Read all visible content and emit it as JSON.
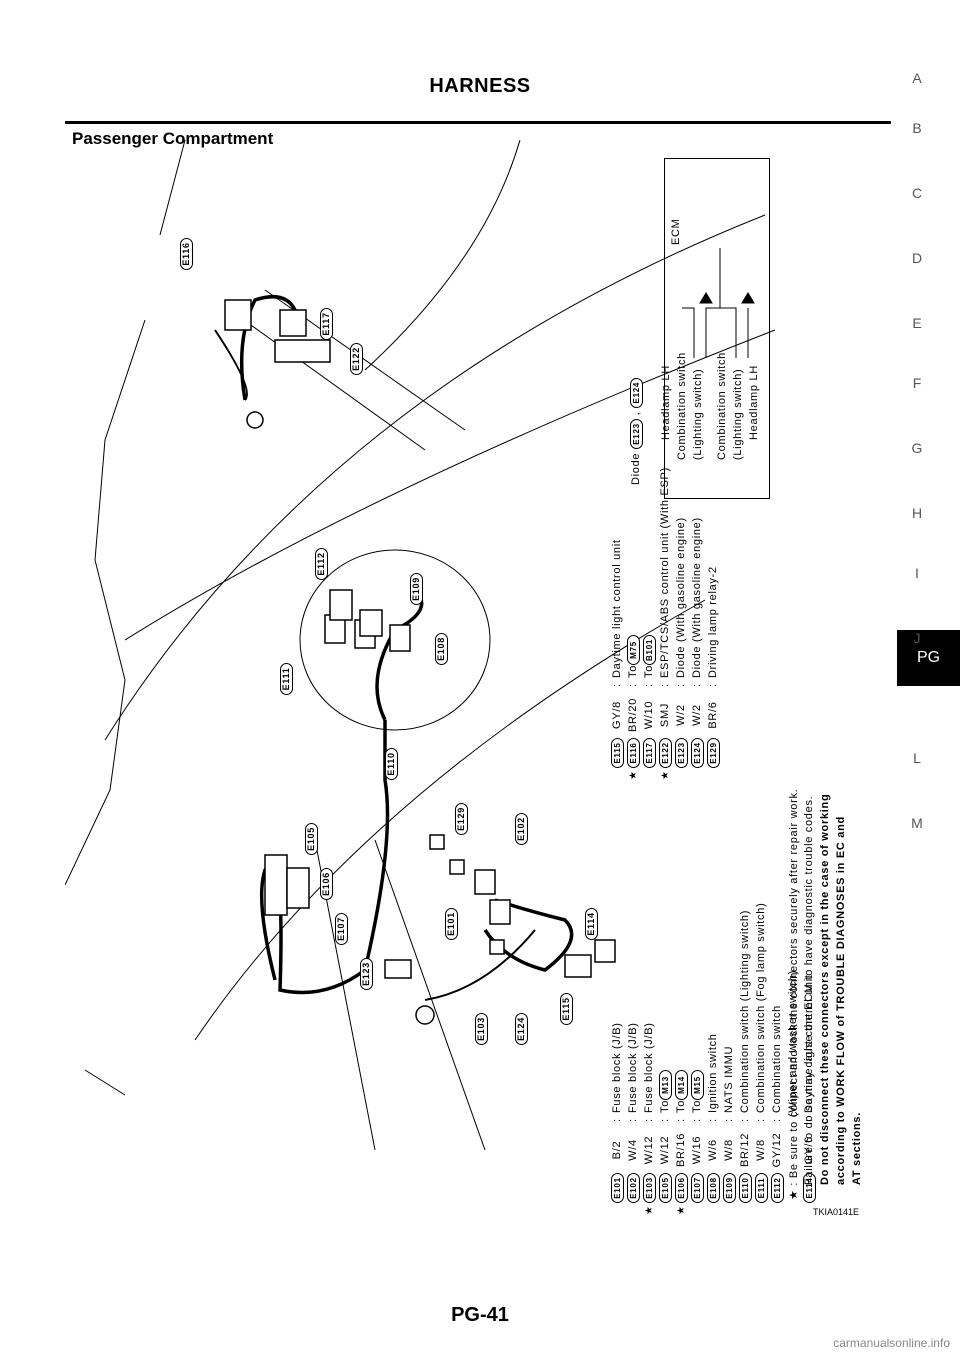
{
  "header": {
    "title": "HARNESS"
  },
  "section": {
    "title": "Passenger Compartment"
  },
  "side_index": {
    "letters": [
      "A",
      "B",
      "C",
      "D",
      "E",
      "F",
      "G",
      "H",
      "I",
      "J",
      "PG",
      "L",
      "M"
    ],
    "active": "PG"
  },
  "diagram_labels": [
    "E101",
    "E102",
    "E103",
    "E105",
    "E106",
    "E107",
    "E108",
    "E109",
    "E110",
    "E111",
    "E112",
    "E114",
    "E115",
    "E116",
    "E117",
    "E122",
    "E123",
    "E124",
    "E129"
  ],
  "legend_left": [
    {
      "code": "E101",
      "wire": "B/2",
      "desc": "Fuse block (J/B)",
      "star": false
    },
    {
      "code": "E102",
      "wire": "W/4",
      "desc": "Fuse block (J/B)",
      "star": false
    },
    {
      "code": "E103",
      "wire": "W/12",
      "desc": "Fuse block (J/B)",
      "star": true
    },
    {
      "code": "E105",
      "wire": "W/12",
      "desc": "To",
      "ref": "M13",
      "star": false
    },
    {
      "code": "E106",
      "wire": "BR/16",
      "desc": "To",
      "ref": "M14",
      "star": true
    },
    {
      "code": "E107",
      "wire": "W/16",
      "desc": "To",
      "ref": "M15",
      "star": false
    },
    {
      "code": "E108",
      "wire": "W/6",
      "desc": "Ignition switch",
      "star": false
    },
    {
      "code": "E109",
      "wire": "W/8",
      "desc": "NATS IMMU",
      "star": false
    },
    {
      "code": "E110",
      "wire": "BR/12",
      "desc": "Combination switch (Lighting switch)",
      "star": false
    },
    {
      "code": "E111",
      "wire": "W/8",
      "desc": "Combination switch (Fog lamp switch)",
      "star": false
    },
    {
      "code": "E112",
      "wire": "GY/12",
      "desc": "Combination switch",
      "desc2": "(Wiper and washer switch)",
      "star": false
    },
    {
      "code": "E114",
      "wire": "GY/6",
      "desc": "Daytime light control unit",
      "star": false
    }
  ],
  "legend_right": [
    {
      "code": "E115",
      "wire": "GY/8",
      "desc": "Daytime light control unit",
      "star": false
    },
    {
      "code": "E116",
      "wire": "BR/20",
      "desc": "To",
      "ref": "M75",
      "star": true
    },
    {
      "code": "E117",
      "wire": "W/10",
      "desc": "To",
      "ref": "B101",
      "star": false
    },
    {
      "code": "E122",
      "wire": "SMJ",
      "desc": "ESP/TCS/ABS control unit (With ESP)",
      "star": true
    },
    {
      "code": "E123",
      "wire": "W/2",
      "desc": "Diode (With gasoline engine)",
      "star": false
    },
    {
      "code": "E124",
      "wire": "W/2",
      "desc": "Diode (With gasoline engine)",
      "star": false
    },
    {
      "code": "E129",
      "wire": "BR/6",
      "desc": "Driving lamp relay-2",
      "star": false
    }
  ],
  "diode_box": {
    "title": "Diode",
    "codes": [
      "E123",
      "E124"
    ],
    "headlamp_lh_1": "Headlamp LH",
    "combo_switch_1": "Combination switch",
    "lighting_switch_1": "(Lighting switch)",
    "combo_switch_2": "Combination switch",
    "lighting_switch_2": "(Lighting switch)",
    "headlamp_lh_2": "Headlamp LH",
    "ecm": "ECM"
  },
  "notes": {
    "star_prefix": ": Be sure to connect and lock the connectors securely after repair work.",
    "line2": "Failure to do so may cause the ECM to have diagnostic trouble codes.",
    "line3": "Do not disconnect these connectors except in the case of working",
    "line4": "according to WORK FLOW of TROUBLE DIAGNOSES in EC and",
    "line5": "AT sections."
  },
  "figure_id": "TKIA0141E",
  "page_number": "PG-41",
  "watermark": "carmanualsonline.info"
}
